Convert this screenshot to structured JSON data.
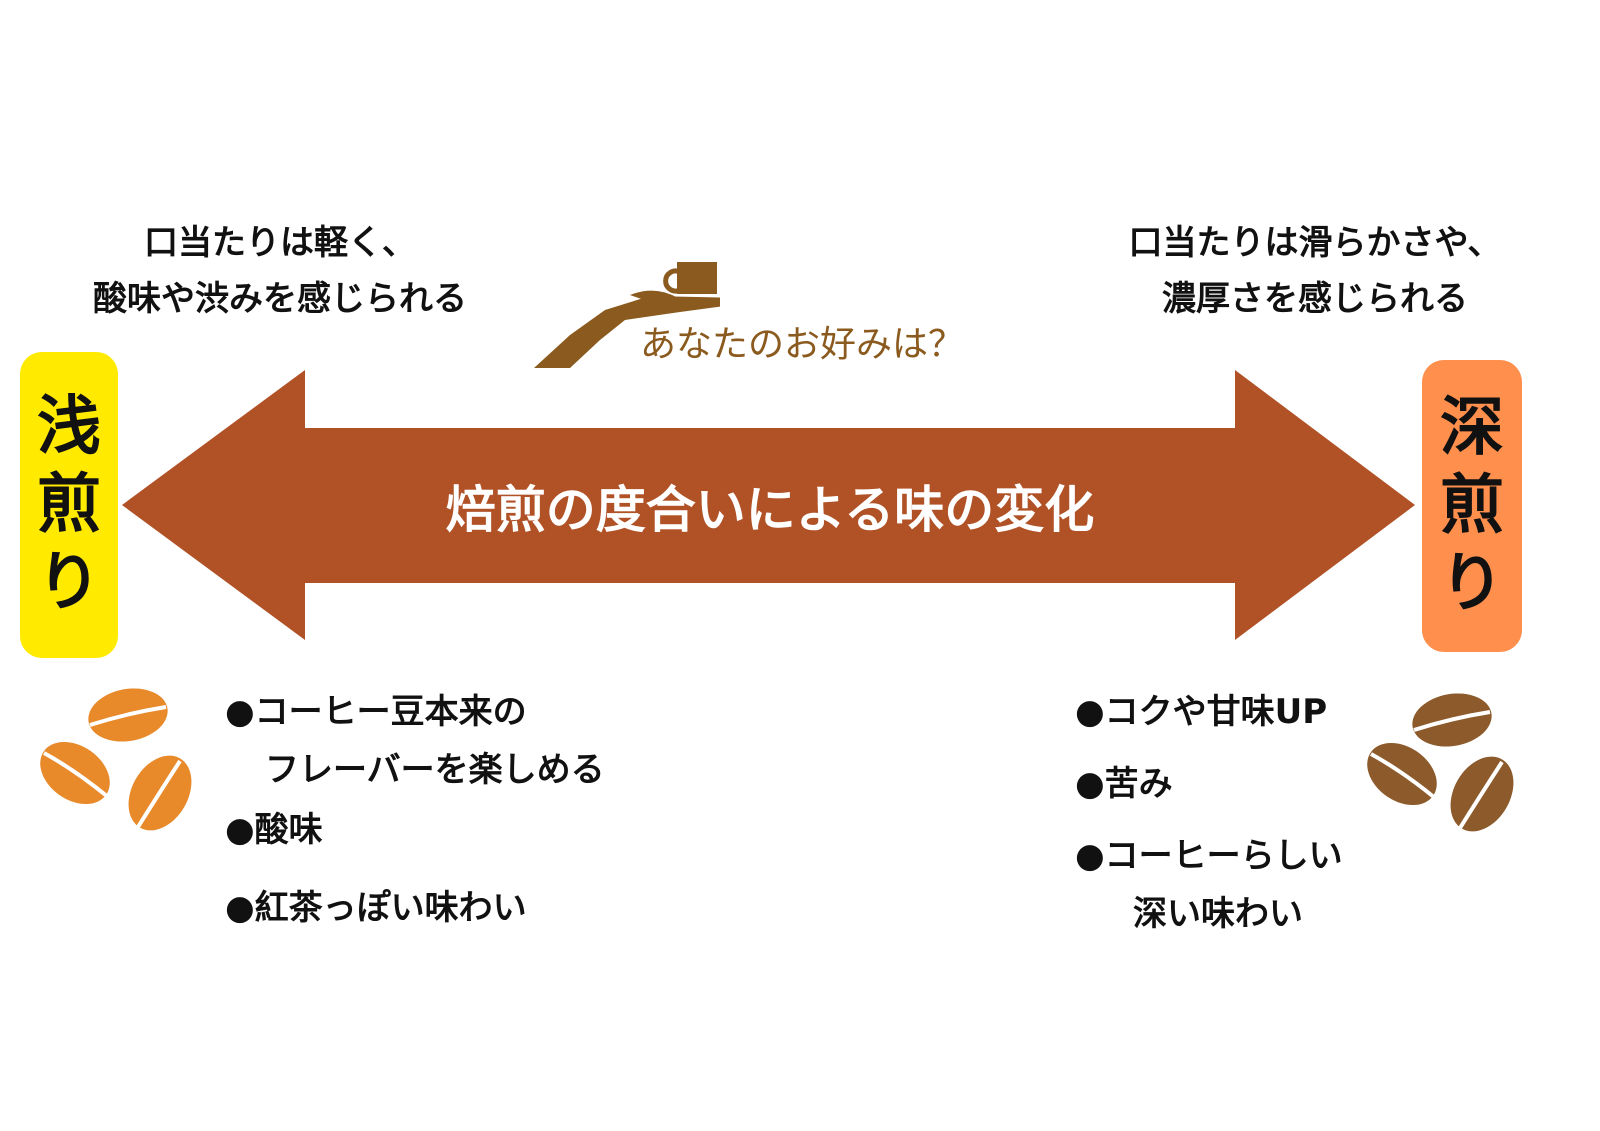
{
  "light": {
    "label_chars": [
      "浅",
      "煎",
      "り"
    ],
    "description": [
      "口当たりは軽く、",
      "酸味や渋みを感じられる"
    ],
    "items": [
      {
        "lines": [
          "●コーヒー豆本来の",
          "フレーバーを楽しめる"
        ]
      },
      {
        "lines": [
          "●酸味"
        ]
      },
      {
        "lines": [
          "●紅茶っぽい味わい"
        ]
      }
    ],
    "box_color": "#ffea00",
    "bean_color": "#e8892a"
  },
  "dark": {
    "label_chars": [
      "深",
      "煎",
      "り"
    ],
    "description": [
      "口当たりは滑らかさや、",
      "濃厚さを感じられる"
    ],
    "items": [
      {
        "lines": [
          "●コクや甘味UP"
        ]
      },
      {
        "lines": [
          "●苦み"
        ]
      },
      {
        "lines": [
          "●コーヒーらしい",
          "深い味わい"
        ]
      }
    ],
    "box_color": "#ff8f4d",
    "bean_color": "#8c5a2b"
  },
  "center": {
    "arrow_label": "焙煎の度合いによる味の変化",
    "question": "あなたのお好みは？",
    "arrow_color": "#b05126",
    "accent_color": "#8b5a1e"
  }
}
